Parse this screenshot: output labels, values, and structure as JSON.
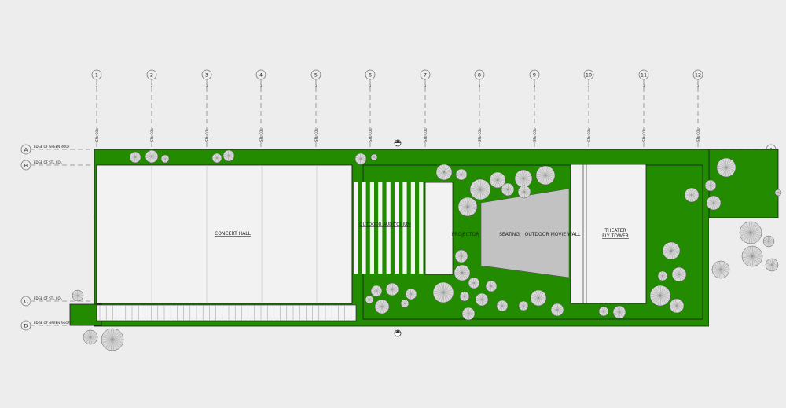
{
  "colors": {
    "background": "#ededed",
    "green_roof": "#228b00",
    "building": "#f2f2f2",
    "screen": "#c2c2c2",
    "tree_fill": "#d9d9d9",
    "line": "#1a1a1a"
  },
  "grid_columns": [
    "1",
    "2",
    "3",
    "4",
    "5",
    "6",
    "7",
    "8",
    "9",
    "10",
    "11",
    "12"
  ],
  "column_note": "3",
  "column_label": "STL COL",
  "grid_rows": [
    {
      "id": "A",
      "label": "EDGE OF GREEN ROOF"
    },
    {
      "id": "B",
      "label": "EDGE OF STL COL"
    },
    {
      "id": "C",
      "label": "EDGE OF STL COL"
    },
    {
      "id": "D",
      "label": "EDGE OF GREEN ROOF"
    }
  ],
  "rooms": {
    "concert_hall": "CONCERT HALL",
    "outdoor_auditorium": "OUTDOOR AUDITORIUM",
    "projector": "PROJECTOR",
    "seating": "SEATING",
    "outdoor_movie_wall": "OUTDOOR MOVIE WALL",
    "theater_line1": "THEATER",
    "theater_line2": "FLY TOWER"
  },
  "section_markers": [
    "section-marker-top",
    "section-marker-bottom"
  ]
}
